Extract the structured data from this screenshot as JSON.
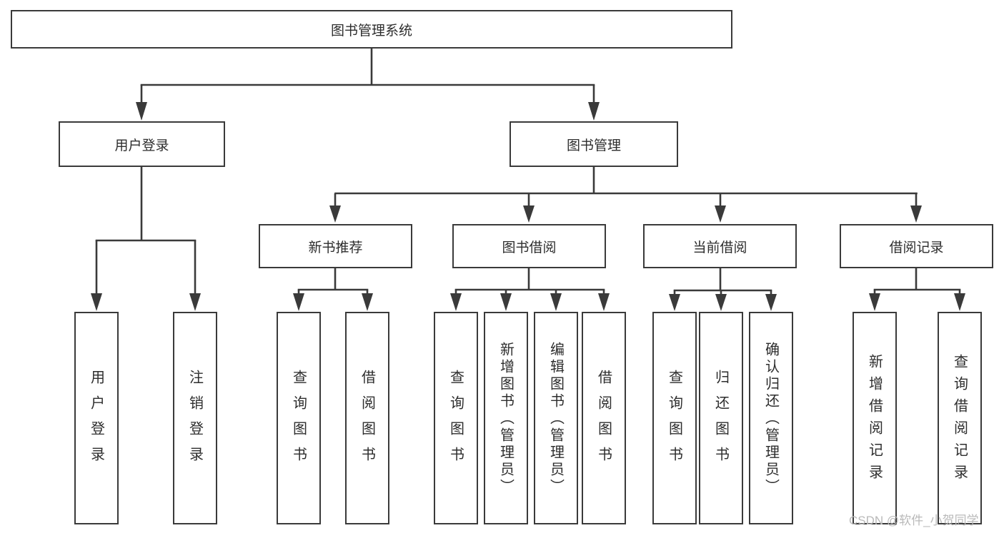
{
  "tree": {
    "label": "图书管理系统",
    "children": [
      {
        "label": "用户登录",
        "children": [
          {
            "label": "用户登录"
          },
          {
            "label": "注销登录"
          }
        ]
      },
      {
        "label": "图书管理",
        "children": [
          {
            "label": "新书推荐",
            "children": [
              {
                "label": "查询图书"
              },
              {
                "label": "借阅图书"
              }
            ]
          },
          {
            "label": "图书借阅",
            "children": [
              {
                "label": "查询图书"
              },
              {
                "label": "新增图书（管理员）"
              },
              {
                "label": "编辑图书（管理员）"
              },
              {
                "label": "借阅图书"
              }
            ]
          },
          {
            "label": "当前借阅",
            "children": [
              {
                "label": "查询图书"
              },
              {
                "label": "归还图书"
              },
              {
                "label": "确认归还（管理员）"
              }
            ]
          },
          {
            "label": "借阅记录",
            "children": [
              {
                "label": "新增借阅记录"
              },
              {
                "label": "查询借阅记录"
              }
            ]
          }
        ]
      }
    ]
  },
  "watermark": "CSDN @软件_小贺同学",
  "colors": {
    "line": "#3a3a3a",
    "background": "#ffffff",
    "watermark": "#b9b9b9"
  }
}
